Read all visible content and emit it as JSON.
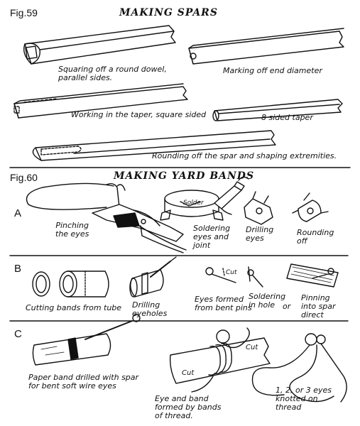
{
  "fig59": {
    "fig_label": "Fig.59",
    "title": "MAKING SPARS",
    "captions": {
      "squaring": "Squaring off a round dowel,\nparallel sides.",
      "marking": "Marking off end diameter",
      "taper_square": "Working in the taper, square sided",
      "taper_8": "8 sided taper",
      "rounding": "Rounding off the spar and shaping extremities."
    }
  },
  "fig60": {
    "fig_label": "Fig.60",
    "title": "MAKING YARD BANDS",
    "section_a": {
      "letter": "A",
      "pinching": "Pinching\nthe eyes",
      "solder": "Solder",
      "soldering": "Soldering\neyes and\njoint",
      "drilling": "Drilling\neyes",
      "rounding": "Rounding\noff"
    },
    "section_b": {
      "letter": "B",
      "cutting": "Cutting bands from tube",
      "drilling": "Drilling\neyeholes",
      "cut": "Cut",
      "eyes_formed": "Eyes formed\nfrom bent pins",
      "soldering": "Soldering\nin hole",
      "or": "or",
      "pinning": "Pinning\ninto spar\ndirect"
    },
    "section_c": {
      "letter": "C",
      "paper_band": "Paper band drilled with spar\nfor bent soft wire eyes",
      "cut1": "Cut",
      "cut2": "Cut",
      "eye_band": "Eye and band\nformed by bands\nof thread.",
      "knotted": "1, 2, or 3 eyes\nknotted on\nthread"
    }
  }
}
